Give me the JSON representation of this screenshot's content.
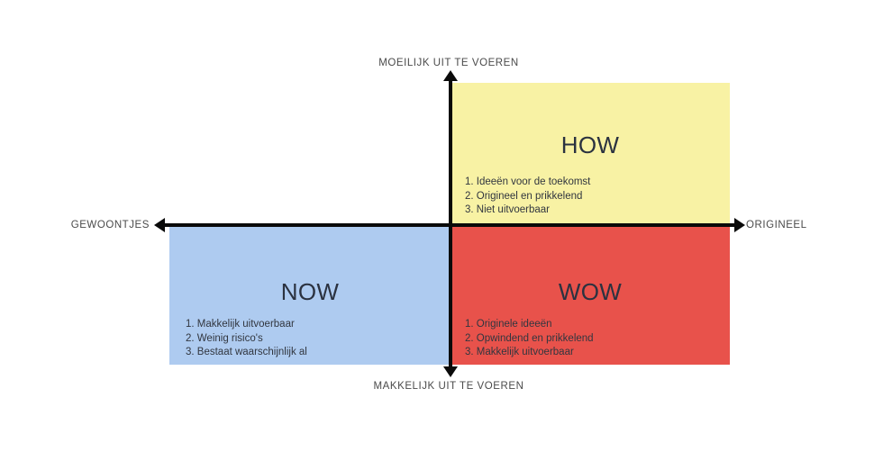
{
  "axes": {
    "top_label": "MOEILIJK UIT TE VOEREN",
    "bottom_label": "MAKKELIJK UIT TE VOEREN",
    "left_label": "GEWOONTJES",
    "right_label": "ORIGINEEL"
  },
  "colors": {
    "how": "#f8f2a4",
    "now": "#aecbf0",
    "wow": "#e8524b",
    "axis": "#0a0a0a",
    "axis_label_text": "#4a4a4a",
    "quadrant_title_text": "#2b3240",
    "quadrant_list_text": "#31363f",
    "background": "#ffffff"
  },
  "quadrants": {
    "how": {
      "title": "HOW",
      "items": [
        "1. Ideeën voor de toekomst",
        "2. Origineel en prikkelend",
        "3. Niet uitvoerbaar"
      ]
    },
    "now": {
      "title": "NOW",
      "items": [
        "1. Makkelijk uitvoerbaar",
        "2. Weinig risico's",
        "3. Bestaat waarschijnlijk al"
      ]
    },
    "wow": {
      "title": "WOW",
      "items": [
        "1. Originele ideeën",
        "2. Opwindend en prikkelend",
        "3. Makkelijk uitvoerbaar"
      ]
    }
  }
}
